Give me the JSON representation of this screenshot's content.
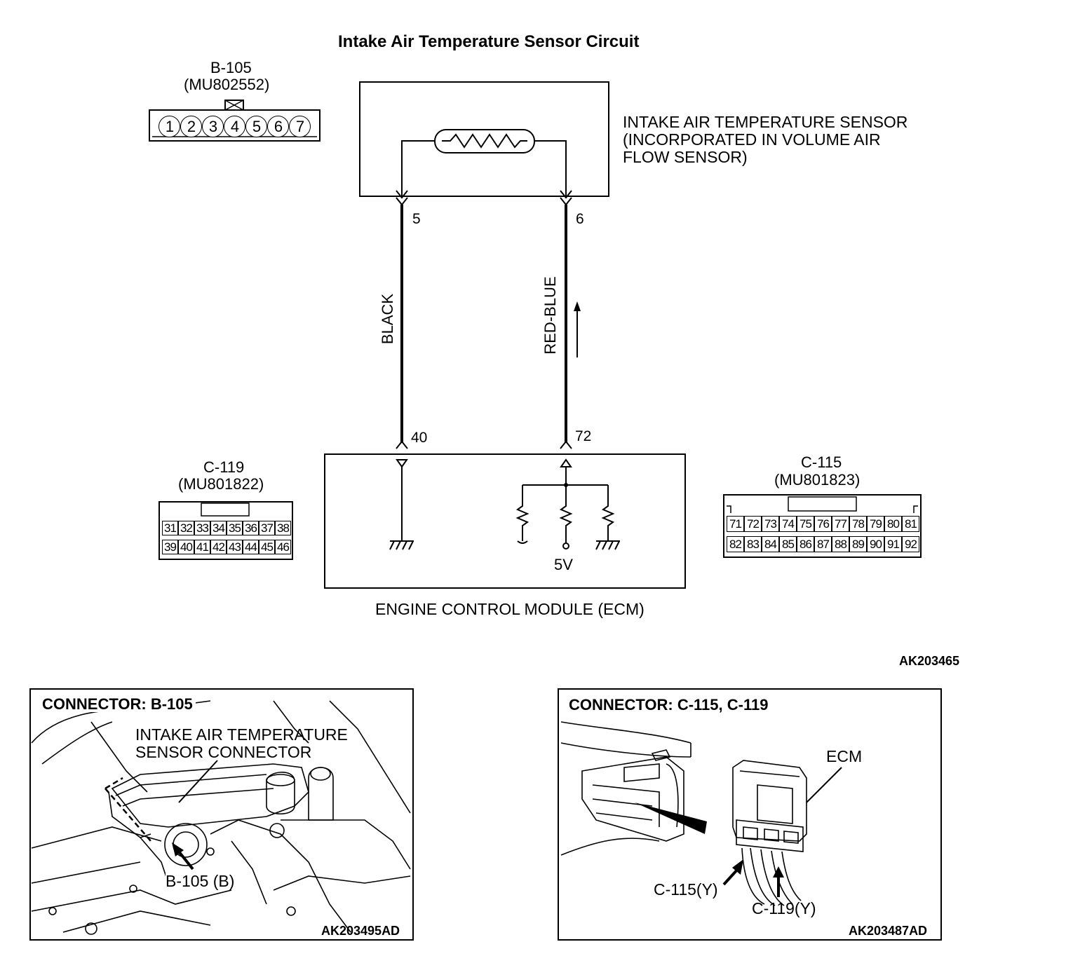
{
  "title": "Intake Air Temperature Sensor Circuit",
  "sensor": {
    "label_lines": [
      "INTAKE AIR TEMPERATURE SENSOR",
      "(INCORPORATED IN VOLUME AIR",
      "FLOW SENSOR)"
    ],
    "pin_left": "5",
    "pin_right": "6"
  },
  "wires": {
    "left_color": "BLACK",
    "right_color": "RED-BLUE"
  },
  "ecm": {
    "label": "ENGINE CONTROL MODULE (ECM)",
    "pin_left": "40",
    "pin_right": "72",
    "voltage": "5V"
  },
  "connector_b105": {
    "id": "B-105",
    "part": "(MU802552)",
    "pins": [
      "1",
      "2",
      "3",
      "4",
      "5",
      "6",
      "7"
    ]
  },
  "connector_c119": {
    "id": "C-119",
    "part": "(MU801822)",
    "row1": [
      "31",
      "32",
      "33",
      "34",
      "35",
      "36",
      "37",
      "38"
    ],
    "row2": [
      "39",
      "40",
      "41",
      "42",
      "43",
      "44",
      "45",
      "46"
    ]
  },
  "connector_c115": {
    "id": "C-115",
    "part": "(MU801823)",
    "row1": [
      "71",
      "72",
      "73",
      "74",
      "75",
      "76",
      "77",
      "78",
      "79",
      "80",
      "81"
    ],
    "row2": [
      "82",
      "83",
      "84",
      "85",
      "86",
      "87",
      "88",
      "89",
      "90",
      "91",
      "92"
    ]
  },
  "figure_code": "AK203465",
  "panel_left": {
    "heading": "CONNECTOR: B-105",
    "callout_lines": [
      "INTAKE AIR TEMPERATURE",
      "SENSOR CONNECTOR"
    ],
    "pointer": "B-105 (B)",
    "code": "AK203495AD"
  },
  "panel_right": {
    "heading": "CONNECTOR: C-115, C-119",
    "ecm": "ECM",
    "pointer_a": "C-115(Y)",
    "pointer_b": "C-119(Y)",
    "code": "AK203487AD"
  }
}
